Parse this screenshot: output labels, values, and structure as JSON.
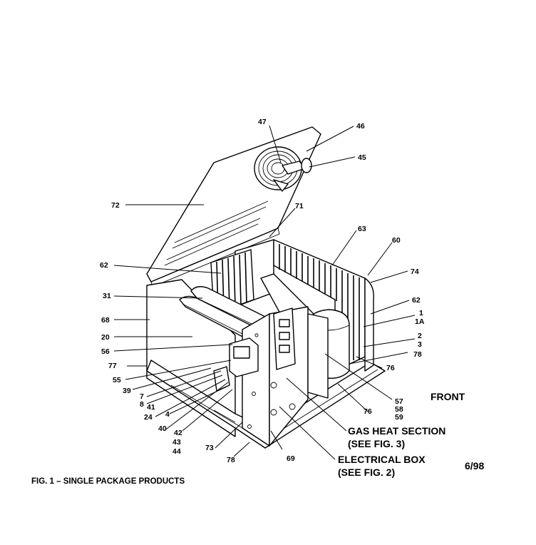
{
  "caption": "FIG. 1 – SINGLE PACKAGE PRODUCTS",
  "date_code": "6/98",
  "front_label": "FRONT",
  "gas_heat": {
    "line1": "GAS HEAT SECTION",
    "line2": "(SEE FIG. 3)"
  },
  "electrical_box": {
    "line1": "ELECTRICAL BOX",
    "line2": "(SEE FIG. 2)"
  },
  "callouts": {
    "c47": "47",
    "c46": "46",
    "c45": "45",
    "c72": "72",
    "c71": "71",
    "c63": "63",
    "c60": "60",
    "c74": "74",
    "c62a": "62",
    "c62b": "62",
    "c31": "31",
    "c68": "68",
    "c20": "20",
    "c56": "56",
    "c77": "77",
    "c55": "55",
    "c39": "39",
    "c7": "7",
    "c8": "8",
    "c41": "41",
    "c24": "24",
    "c4": "4",
    "c40": "40",
    "c42": "42",
    "c43": "43",
    "c44": "44",
    "c73": "73",
    "c78a": "78",
    "c69": "69",
    "c1": "1",
    "c1A": "1A",
    "c2": "2",
    "c3": "3",
    "c78b": "78",
    "c76a": "76",
    "c57": "57",
    "c58": "58",
    "c59": "59",
    "c76b": "76"
  }
}
